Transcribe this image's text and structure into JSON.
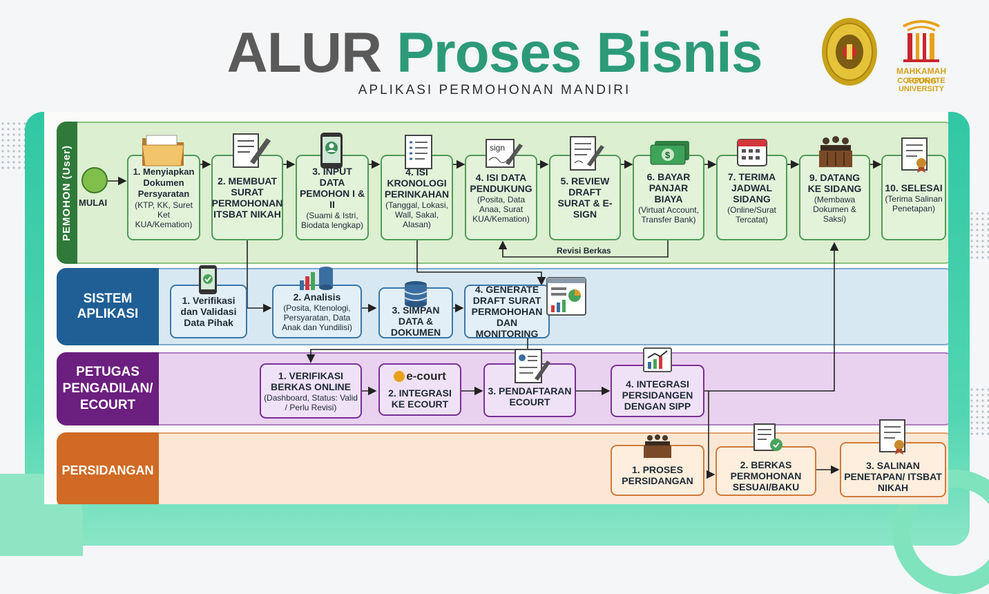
{
  "header": {
    "title_part1": "ALUR",
    "title_part2": "Proses Bisnis",
    "subtitle": "APLIKASI PERMOHONAN MANDIRI",
    "logo_text_line1": "MAHKAMAH AGUNG",
    "logo_text_line2": "CORPORATE UNIVERSITY"
  },
  "colors": {
    "title_gray": "#5a5a5a",
    "title_green": "#2c9a78",
    "frame_teal": "#31c7a4",
    "lane_green": "#2f7a3a",
    "lane_blue": "#1f5f95",
    "lane_purple": "#6b1f7e",
    "lane_orange": "#d06a24"
  },
  "lanes": {
    "pemohon": {
      "label": "PEMOHON (User)",
      "start_label": "MULAI",
      "revisi_label": "Revisi Berkas",
      "steps": [
        {
          "title": "1. Menyiapkan Dokumen Persyaratan",
          "desc": "(KTP, KK, Suret Ket KUA/Kemation)",
          "icon": "folder-icon"
        },
        {
          "title": "2. MEMBUAT SURAT PERMOHONAN ITSBAT NIKAH",
          "desc": "",
          "icon": "document-pen-icon"
        },
        {
          "title": "3. INPUT DATA PEMOHON I & II",
          "desc": "(Suami & Istri, Biodata lengkap)",
          "icon": "phone-user-icon"
        },
        {
          "title": "4. ISI KRONOLOGI PERINKAHAN",
          "desc": "(Tanggal, Lokasi, Wall, Sakal, Alasan)",
          "icon": "list-doc-icon"
        },
        {
          "title": "4. ISI DATA PENDUKUNG",
          "desc": "(Posita, Data Anaa, Surat KUA/Kemation)",
          "icon": "sign-icon"
        },
        {
          "title": "5. REVIEW DRAFT SURAT & E-SIGN",
          "desc": "",
          "icon": "review-doc-icon"
        },
        {
          "title": "6. BAYAR PANJAR BIAYA",
          "desc": "(Virtuat Account, Transfer Bank)",
          "icon": "money-icon"
        },
        {
          "title": "7. TERIMA JADWAL SIDANG",
          "desc": "(Online/Surat Tercatat)",
          "icon": "calendar-icon"
        },
        {
          "title": "9. DATANG KE SIDANG",
          "desc": "(Membawa Dokumen & Saksi)",
          "icon": "court-icon"
        },
        {
          "title": "10. SELESAI",
          "desc": "(Terima Salinan Penetapan)",
          "icon": "certificate-icon"
        }
      ]
    },
    "sistem": {
      "label": "SISTEM APLIKASI",
      "steps": [
        {
          "title": "1. Verifikasi dan Validasi Data Pihak",
          "desc": "",
          "icon": "phone-check-icon"
        },
        {
          "title": "2. Analisis",
          "desc": "(Posita, Ktenologi, Persyaratan, Data Anak dan Yundilisi)",
          "icon": "analytics-icon"
        },
        {
          "title": "3. SIMPAN DATA & DOKUMEN",
          "desc": "",
          "icon": "database-icon"
        },
        {
          "title": "4. GENERATE DRAFT SURAT PERMOHOHAN DAN MONITORING",
          "desc": "",
          "icon": "dashboard-icon"
        }
      ]
    },
    "petugas": {
      "label": "PETUGAS PENGADILAN/ ECOURT",
      "ecourt_logo": "e-court",
      "steps": [
        {
          "title": "1. VERIFIKASI BERKAS ONLINE",
          "desc": "(Dashboard, Status: Valid / Perlu Revisi)",
          "icon": ""
        },
        {
          "title": "2. INTEGRASI KE ECOURT",
          "desc": "",
          "icon": "ecourt-icon"
        },
        {
          "title": "3. PENDAFTARAN ECOURT",
          "desc": "",
          "icon": "registration-icon"
        },
        {
          "title": "4. INTEGRASI PERSIDANGEN DENGAN SIPP",
          "desc": "",
          "icon": "chart-icon"
        }
      ]
    },
    "persidangan": {
      "label": "PERSIDANGAN",
      "steps": [
        {
          "title": "1. PROSES PERSIDANGAN",
          "desc": "",
          "icon": "court-icon"
        },
        {
          "title": "2. BERKAS PERMOHONAN SESUAI/BAKU",
          "desc": "",
          "icon": "doc-check-icon"
        },
        {
          "title": "3. SALINAN PENETAPAN/ ITSBAT NIKAH",
          "desc": "",
          "icon": "certificate-icon"
        }
      ]
    }
  }
}
